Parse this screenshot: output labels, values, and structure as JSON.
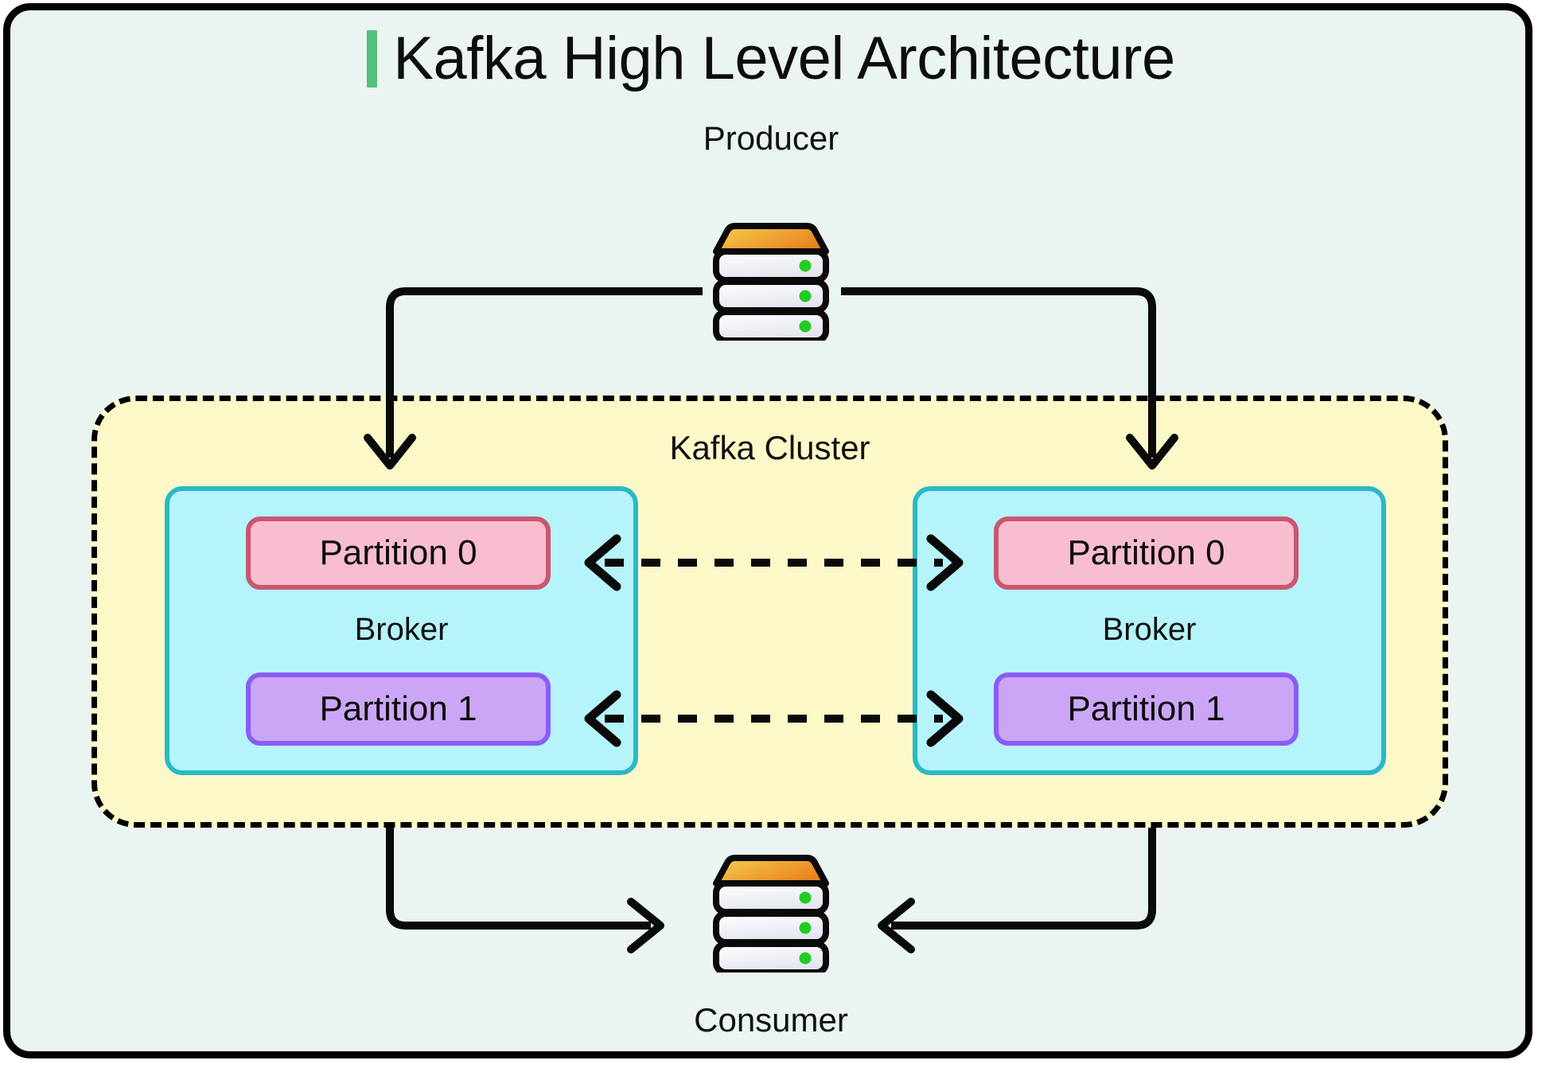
{
  "page": {
    "title": "Kafka High Level Architecture",
    "background_color": "#eaf4f0",
    "frame_border_color": "#000000",
    "accent_color": "#56be7e"
  },
  "nodes": {
    "producer": {
      "label": "Producer",
      "icon": "server-stack-icon"
    },
    "consumer": {
      "label": "Consumer",
      "icon": "server-stack-icon"
    }
  },
  "cluster": {
    "label": "Kafka Cluster",
    "fill_color": "#fcf8c8",
    "border_style": "dashed",
    "border_color": "#000000",
    "brokers": [
      {
        "label": "Broker",
        "fill_color": "#b5f4fa",
        "border_color": "#2bb8c6",
        "partitions": [
          {
            "label": "Partition 0",
            "fill_color": "#f9bdd0",
            "border_color": "#c9566f"
          },
          {
            "label": "Partition 1",
            "fill_color": "#cba6f7",
            "border_color": "#8b5cf6"
          }
        ]
      },
      {
        "label": "Broker",
        "fill_color": "#b5f4fa",
        "border_color": "#2bb8c6",
        "partitions": [
          {
            "label": "Partition 0",
            "fill_color": "#f9bdd0",
            "border_color": "#c9566f"
          },
          {
            "label": "Partition 1",
            "fill_color": "#cba6f7",
            "border_color": "#8b5cf6"
          }
        ]
      }
    ]
  },
  "connections": [
    {
      "name": "producer-to-broker-left",
      "from": "producer",
      "to": "broker-left",
      "style": "solid",
      "direction": "one-way"
    },
    {
      "name": "producer-to-broker-right",
      "from": "producer",
      "to": "broker-right",
      "style": "solid",
      "direction": "one-way"
    },
    {
      "name": "replication-partition-0",
      "from": "broker-left-partition-0",
      "to": "broker-right-partition-0",
      "style": "dashed",
      "direction": "bidirectional"
    },
    {
      "name": "replication-partition-1",
      "from": "broker-left-partition-1",
      "to": "broker-right-partition-1",
      "style": "dashed",
      "direction": "bidirectional"
    },
    {
      "name": "broker-left-to-consumer",
      "from": "broker-left",
      "to": "consumer",
      "style": "solid",
      "direction": "one-way"
    },
    {
      "name": "broker-right-to-consumer",
      "from": "broker-right",
      "to": "consumer",
      "style": "solid",
      "direction": "one-way"
    }
  ],
  "icon_colors": {
    "server_top": "#f5a623",
    "server_top_light": "#f7cf52",
    "server_body": "#fdfdff",
    "server_body_shade": "#e6e8f0",
    "server_led": "#22cc22",
    "server_outline": "#0a0a0a"
  }
}
